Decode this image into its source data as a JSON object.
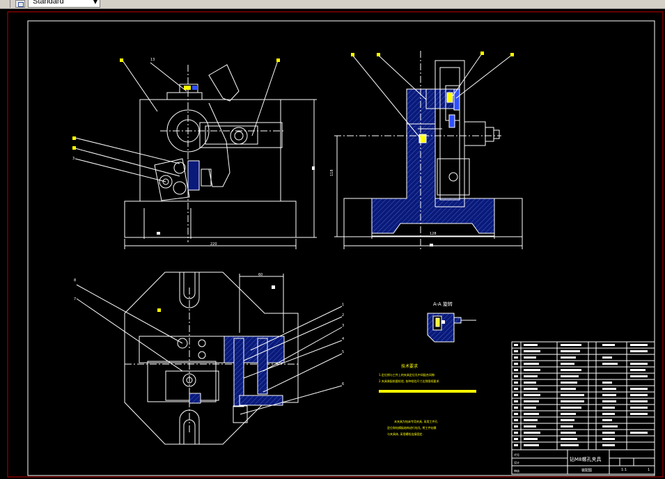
{
  "toolbar": {
    "style_dropdown_value": "Standard"
  },
  "drawing": {
    "dim_220": "220",
    "dim_118": "118",
    "dim_128": "128",
    "dim_60": "60",
    "callout_13": "13",
    "callout_3": "3",
    "callout_7": "7",
    "callout_8": "8",
    "section_label": "A-A 旋转",
    "right_callouts": [
      "1",
      "2",
      "3",
      "4",
      "5",
      "6"
    ],
    "tech_req_title": "技术要求",
    "tech_req_line1": "1.定位销与工件上的夹具定位孔中间配合间隙.",
    "tech_req_line2": "2.夹具装配前要检验, 各种检验尺寸达到图纸要求.",
    "note_line1": "本夹具为钻床专用夹具, 采用工件孔",
    "note_line2": "定位和钻模板结构进行钻孔, 将工件钻模",
    "note_line3": "与夹具体, 采用螺栓连接固定."
  },
  "title_block": {
    "drawing_name": "钻M8螺孔夹具",
    "scale": "1:1",
    "sheet": "1",
    "sub_name": "装配图",
    "label_designer": "设计",
    "label_checker": "审核",
    "label_code": "代号"
  },
  "colors": {
    "background": "#000000",
    "line": "#ffffff",
    "section_fill": "#0a1a7a",
    "annotation": "#ffff00",
    "border_red": "#c00000"
  }
}
